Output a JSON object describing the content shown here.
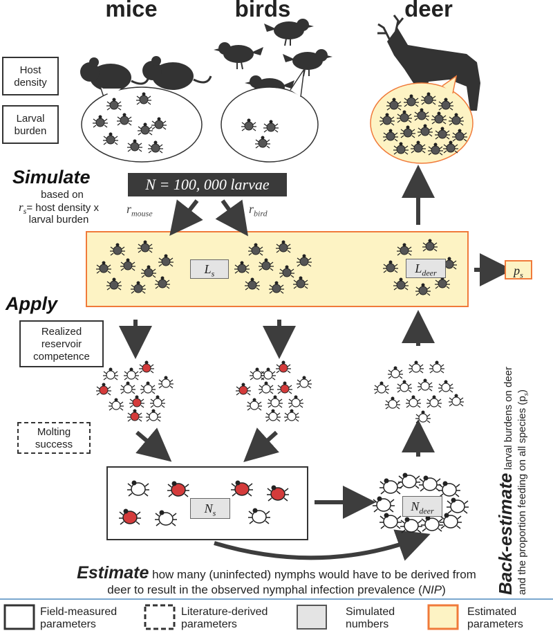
{
  "species": {
    "mice": "mice",
    "birds": "birds",
    "deer": "deer"
  },
  "left_labels": {
    "host_density": "Host density",
    "larval_burden": "Larval burden"
  },
  "simulate": {
    "title": "Simulate",
    "based_on": "based on",
    "rs_prefix": "r",
    "rs_sub": "s",
    "rs_text": "= host density x",
    "rs_text2": "larval burden",
    "n_larvae": "N = 100, 000 larvae",
    "r_mouse": "r",
    "r_mouse_sub": "mouse",
    "r_bird": "r",
    "r_bird_sub": "bird"
  },
  "tags": {
    "Ls": "L",
    "Ls_sub": "s",
    "Ldeer": "L",
    "Ldeer_sub": "deer",
    "Ns": "N",
    "Ns_sub": "s",
    "Ndeer": "N",
    "Ndeer_sub": "deer",
    "ps": "p",
    "ps_sub": "s"
  },
  "apply": {
    "title": "Apply",
    "realized": "Realized reservoir competence",
    "molting": "Molting success"
  },
  "back_estimate": {
    "title": "Back-estimate",
    "line1": "larval burdens on deer",
    "line2": "and the proportion feeding on all species (p",
    "line2_sub": "s",
    "line2_end": ")"
  },
  "estimate": {
    "title": "Estimate",
    "text1": "how many (uninfected) nymphs would have to be derived from",
    "text2": "deer to result in the observed nymphal infection prevalence (",
    "nip": "NIP",
    "text2_end": ")"
  },
  "legend": [
    {
      "label": "Field-measured parameters",
      "style": "solid"
    },
    {
      "label": "Literature-derived parameters",
      "style": "dashed"
    },
    {
      "label": "Simulated numbers",
      "style": "gray"
    },
    {
      "label": "Estimated parameters",
      "style": "orange"
    }
  ],
  "colors": {
    "highlight": "#fdf3c4",
    "orange": "#f07a3a",
    "dark": "#3a3a3a",
    "infected": "#d43b3b",
    "divider": "#7aa7cf"
  }
}
